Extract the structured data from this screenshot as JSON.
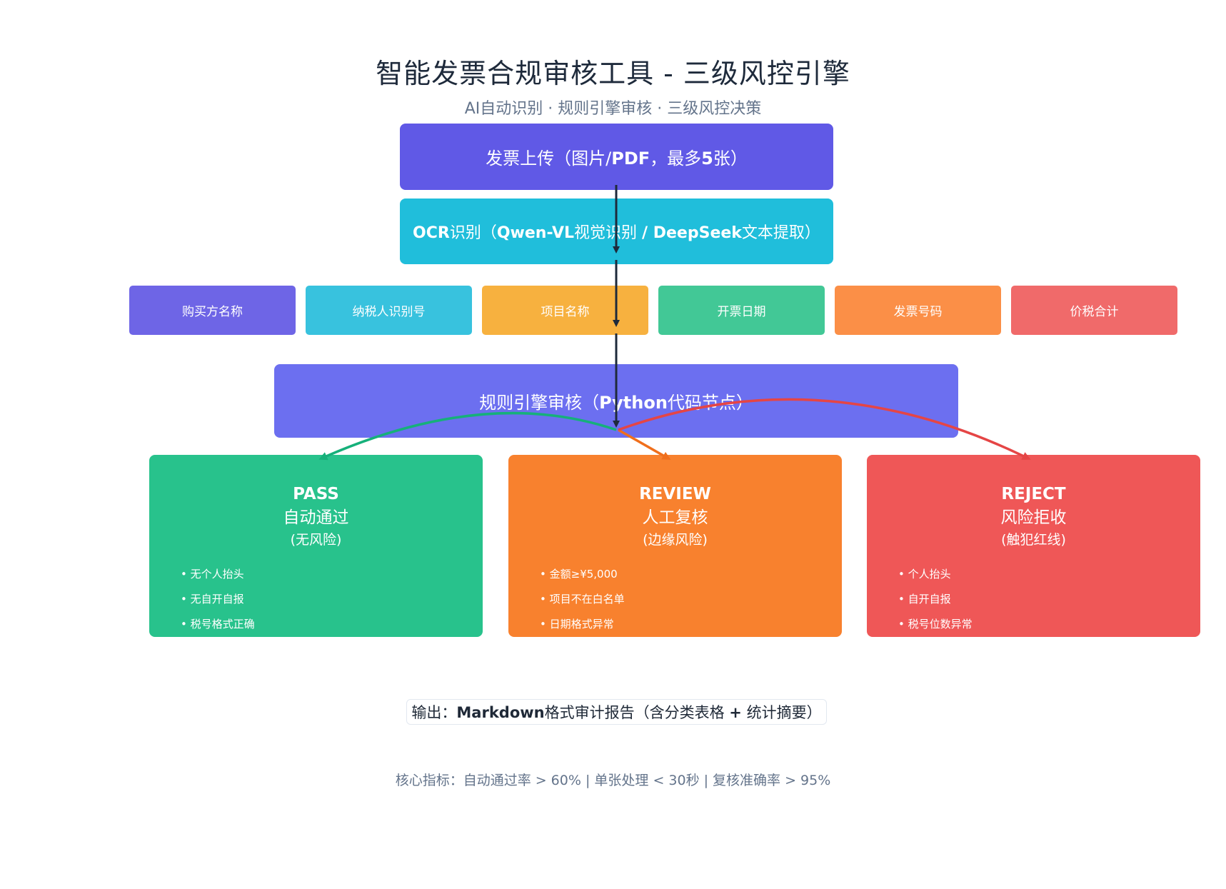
{
  "title": "智能发票合规审核工具 - 三级风控引擎",
  "subtitle": "AI自动识别 · 规则引擎审核 · 三级风控决策",
  "upload": {
    "pre": "发票上传（图片/",
    "b1": "PDF",
    "mid": "，最多",
    "b2": "5",
    "post": "张）"
  },
  "ocr": {
    "b1": "OCR",
    "t1": "识别（",
    "b2": "Qwen-VL",
    "t2": "视觉识别 ",
    "b3": "/ DeepSeek",
    "t3": "文本提取）"
  },
  "fields": [
    "购买方名称",
    "纳税人识别号",
    "项目名称",
    "开票日期",
    "发票号码",
    "价税合计"
  ],
  "rules": {
    "pre": "规则引擎审核（",
    "bold": "Python",
    "post": "代码节点）"
  },
  "outcomes": {
    "pass": {
      "code": "PASS",
      "label": "自动通过",
      "desc": "(无风险)",
      "items": [
        "无个人抬头",
        "无自开自报",
        "税号格式正确"
      ]
    },
    "review": {
      "code": "REVIEW",
      "label": "人工复核",
      "desc": "(边缘风险)",
      "items": [
        "金额≥¥5,000",
        "项目不在白名单",
        "日期格式异常"
      ]
    },
    "reject": {
      "code": "REJECT",
      "label": "风险拒收",
      "desc": "(触犯红线)",
      "items": [
        "个人抬头",
        "自开自报",
        "税号位数异常"
      ]
    }
  },
  "output": {
    "pre": "输出：",
    "bold": "Markdown",
    "mid": "格式审计报告（含分类表格 ",
    "bold2": "+",
    "post": " 统计摘要）"
  },
  "metrics": "核心指标：自动通过率 > 60% | 单张处理 < 30秒 | 复核准确率 > 95%",
  "colors": {
    "upload": "#6059e6",
    "ocr": "#20bedb",
    "rules": "#6c6ff0",
    "fields": [
      "#6e65e6",
      "#38c2de",
      "#f7b13f",
      "#42c896",
      "#fb8f47",
      "#f06a6a"
    ],
    "pass": "#28c28c",
    "review": "#f8812e",
    "reject": "#ef5757",
    "arrow_main": "#1e2a3b",
    "arrow_pass": "#16b07a",
    "arrow_review": "#f06f1c",
    "arrow_reject": "#e54545"
  }
}
